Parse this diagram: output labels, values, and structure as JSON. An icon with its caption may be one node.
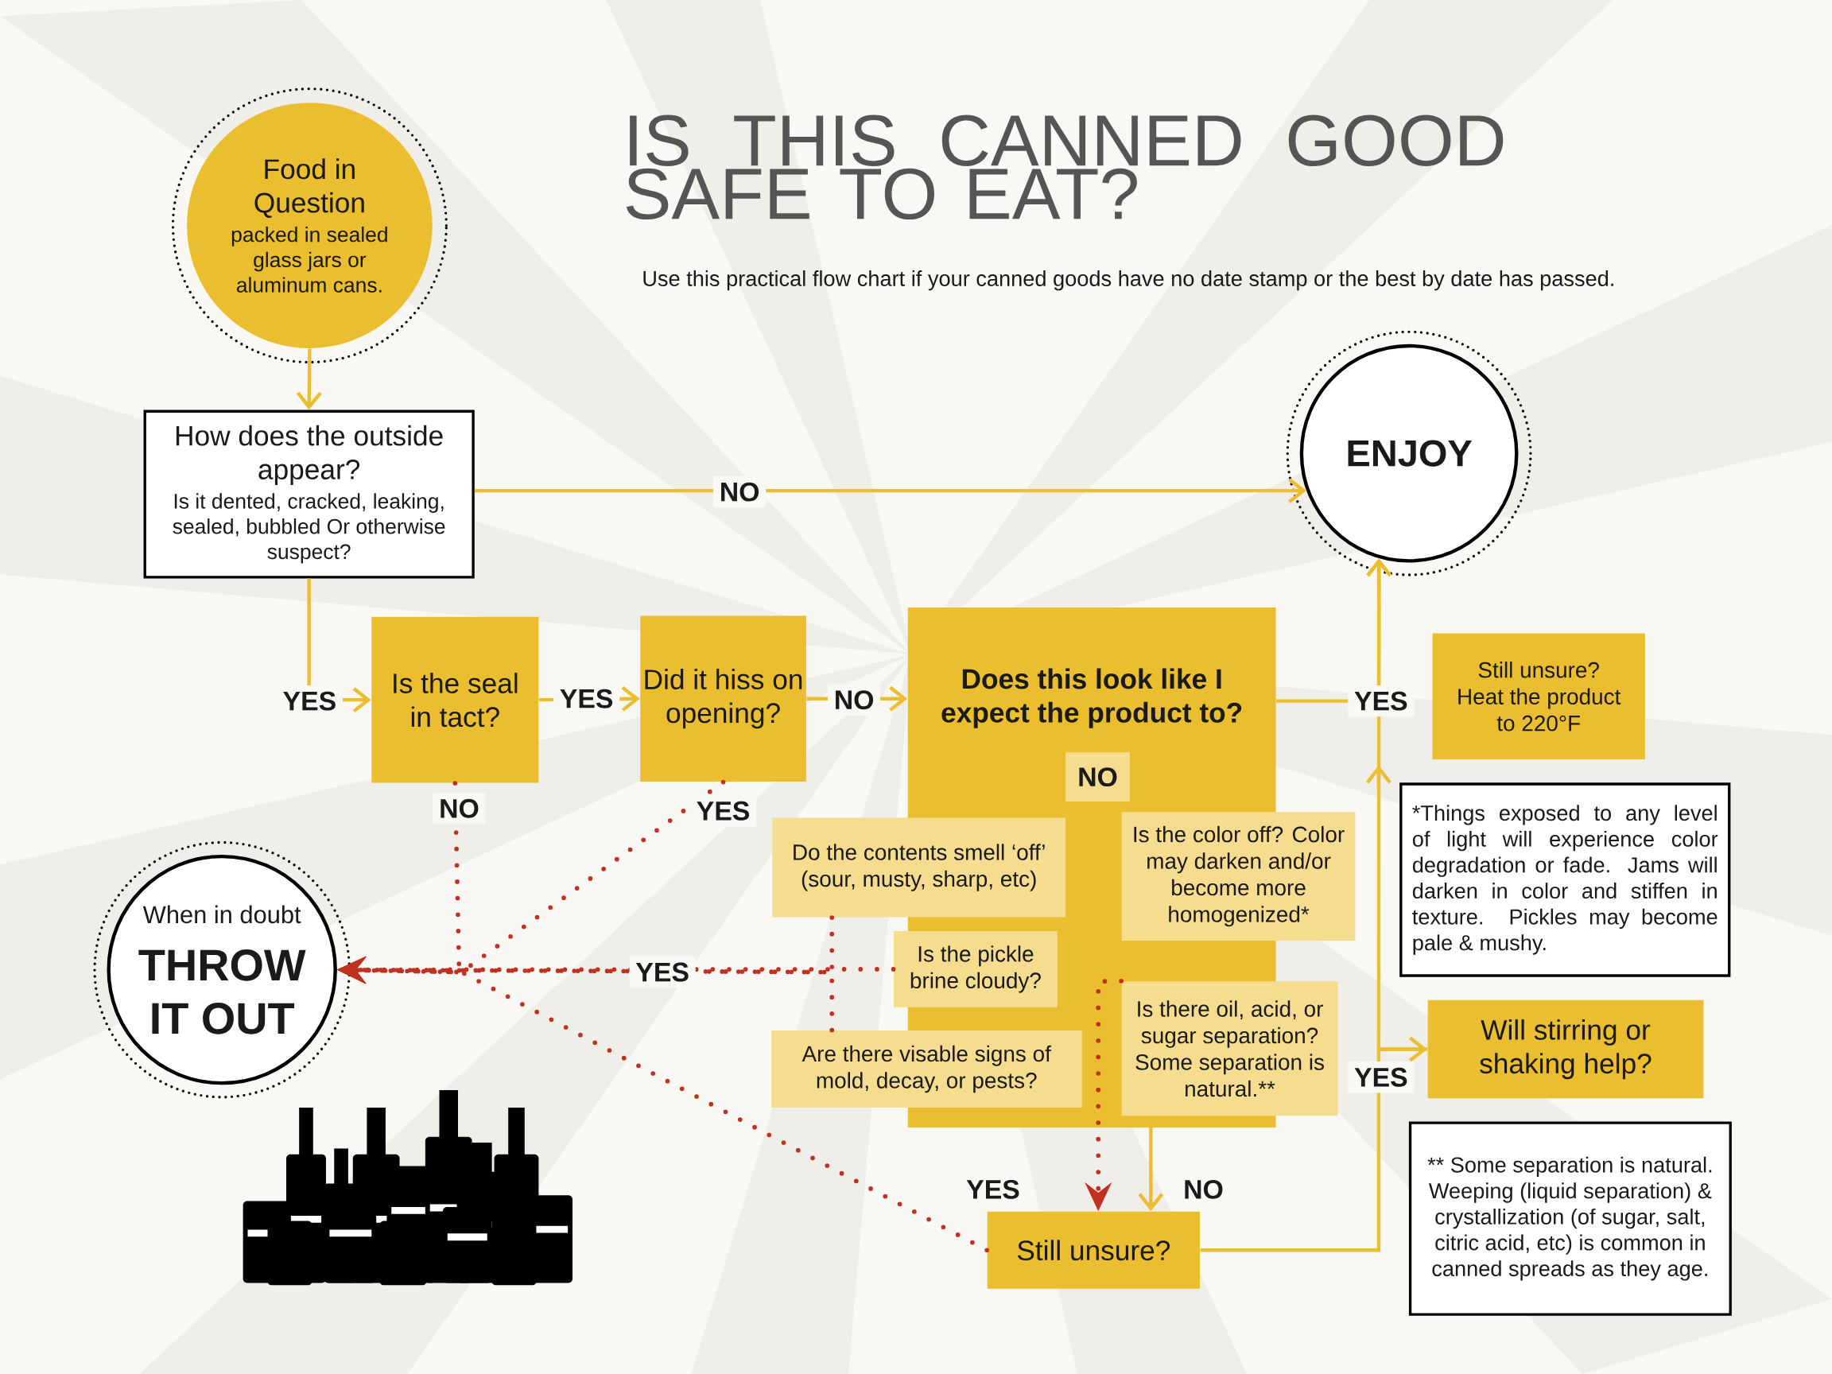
{
  "diagram": {
    "title": "IS THIS CANNED GOOD SAFE TO EAT?",
    "nodes": [
      {
        "text": [
          "Food in Question",
          "packed in sealed glass jars or aluminum cans."
        ]
      },
      {
        "text": [
          "How does the outside appear?",
          "Is it dented, cracked, leaking, sealed, bubbled Or otherwise suspect?"
        ]
      },
      {
        "text": [
          "ENJOY"
        ]
      },
      {
        "text": [
          "Is the seal in tact?"
        ]
      },
      {
        "text": [
          "Did it hiss on opening?"
        ]
      },
      {
        "text": [
          "Does this look like I expect the product to?"
        ]
      },
      {
        "text": [
          "NO"
        ],
        "in": 5
      },
      {
        "text": [
          "Still unsure? Heat the product to 220°F"
        ]
      },
      {
        "text": [
          "Do the contents smell ‘off’ (sour, musty, sharp, etc)"
        ]
      },
      {
        "text": [
          "Is the color off? Color may darken and/or become more homogenized*"
        ]
      },
      {
        "text": [
          "*Things exposed to any level of light will experience color degradation or fade. Jams will darken in color and stiffen in texture. Pickles may become pale & mushy."
        ]
      },
      {
        "text": [
          "When in doubt",
          "THROW IT OUT"
        ]
      },
      {
        "text": [
          "Is the pickle brine cloudy?"
        ],
        "in": 5
      },
      {
        "text": [
          "Is there oil, acid, or sugar separation? Some separation is natural.**"
        ]
      },
      {
        "text": [
          "Will stirring or shaking help?"
        ]
      },
      {
        "text": [
          "Are there visable signs of mold, decay, or pests?"
        ]
      },
      {
        "text": [
          "Still unsure?"
        ]
      },
      {
        "text": [
          "** Some separation is natural. Weeping (liquid separation) & crystallization (of sugar, salt, citric acid, etc) is common in canned spreads as they age."
        ]
      }
    ],
    "edges": [
      {
        "from": 0,
        "to": 1,
        "arrow": "to"
      },
      {
        "from": 1,
        "to": 2,
        "arrow": "to",
        "label": "NO"
      },
      {
        "from": 1,
        "to": 3,
        "arrow": "to",
        "label": "YES"
      },
      {
        "from": 3,
        "to": 4,
        "arrow": "to",
        "label": "YES"
      },
      {
        "from": 4,
        "to": 5,
        "arrow": "to",
        "label": "NO"
      },
      {
        "from": 5,
        "to": 2,
        "arrow": "to",
        "label": "YES"
      },
      {
        "from": 3,
        "to": 11,
        "arrow": "to",
        "label": "NO",
        "style": "dashed",
        "color": "#c0311f"
      },
      {
        "from": 4,
        "to": 11,
        "arrow": "to",
        "label": "YES",
        "style": "dashed",
        "color": "#c0311f"
      },
      {
        "from": 12,
        "to": 11,
        "arrow": "to",
        "label": "YES",
        "style": "dashed",
        "color": "#c0311f"
      },
      {
        "from": 16,
        "to": 11,
        "arrow": "to",
        "style": "dashed",
        "color": "#c0311f"
      },
      {
        "from": 8,
        "to": 11,
        "arrow": "to",
        "style": "dashed",
        "color": "#c0311f"
      },
      {
        "from": 15,
        "to": 11,
        "arrow": "to",
        "style": "dashed",
        "color": "#c0311f"
      },
      {
        "from": 13,
        "to": 16,
        "arrow": "to",
        "label": "YES",
        "style": "dashed",
        "color": "#c0311f"
      },
      {
        "from": 13,
        "to": 16,
        "arrow": "to",
        "label": "NO"
      },
      {
        "from": 16,
        "to": 14,
        "arrow": "to",
        "label": "YES"
      },
      {
        "from": 14,
        "to": 2,
        "arrow": "to"
      }
    ],
    "labels": [
      "Use this practical flow chart if your canned goods have no date stamp or the best by date has passed."
    ]
  }
}
